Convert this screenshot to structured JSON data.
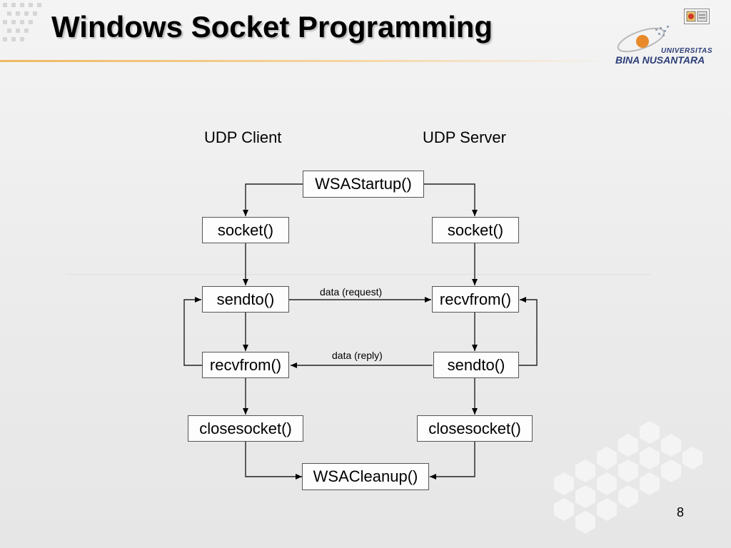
{
  "slide": {
    "title": "Windows Socket Programming",
    "page_number": "8"
  },
  "logo": {
    "line1": "UNIVERSITAS",
    "line2": "BINA NUSANTARA"
  },
  "diagram": {
    "client_label": "UDP Client",
    "server_label": "UDP Server",
    "startup": "WSAStartup()",
    "cleanup": "WSACleanup()",
    "client": {
      "socket": "socket()",
      "sendto": "sendto()",
      "recvfrom": "recvfrom()",
      "closesocket": "closesocket()"
    },
    "server": {
      "socket": "socket()",
      "recvfrom": "recvfrom()",
      "sendto": "sendto()",
      "closesocket": "closesocket()"
    },
    "request_label": "data (request)",
    "reply_label": "data (reply)"
  }
}
